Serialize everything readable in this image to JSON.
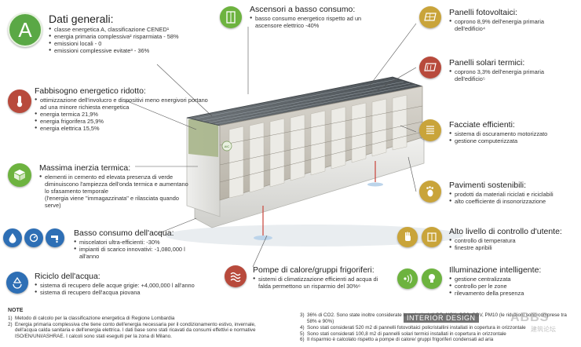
{
  "blocks": {
    "dati": {
      "badge": "A",
      "title": "Dati generali:",
      "items": [
        "classe energetica A, classificazione CENED¹",
        "energia primaria complessiva² risparmiata - 58%",
        "emissioni locali - 0",
        "emissioni complessive evitate³ - 36%"
      ]
    },
    "fabbisogno": {
      "title": "Fabbisogno energetico ridotto:",
      "items": [
        "ottimizzazione dell'involucro e dispositivi meno energivori portano ad una minore richiesta energetica",
        "energia termica 21,9%",
        "energia frigorifera 25,9%",
        "energia elettrica 15,5%"
      ]
    },
    "inerzia": {
      "title": "Massima inerzia termica:",
      "items": [
        "elementi in cemento ed elevata presenza di verde diminuiscono l'ampiezza dell'onda termica e aumentano lo sfasamento temporale"
      ],
      "extra": "(l'energia viene \"immagazzinata\" e rilasciata quando serve)"
    },
    "acqua": {
      "title": "Basso consumo dell'acqua:",
      "items": [
        "miscelatori ultra-efficienti: -30%",
        "impianti di scarico innovativi: -1,080,000 l all'anno"
      ]
    },
    "riciclo": {
      "title": "Riciclo dell'acqua:",
      "items": [
        "sistema di recupero delle acque grigie: +4,000,000 l all'anno",
        "sistema di recupero dell'acqua piovana"
      ]
    },
    "ascensori": {
      "title": "Ascensori a basso consumo:",
      "items": [
        "basso consumo energetico rispetto ad un ascensore elettrico -40%"
      ]
    },
    "fotovoltaici": {
      "title": "Panelli fotovoltaici:",
      "items": [
        "coprono 8,9% dell'energia primaria dell'edificio⁴"
      ]
    },
    "solari": {
      "title": "Panelli solari termici:",
      "items": [
        "coprono 3,3% dell'energia primaria dell'edificio⁵"
      ]
    },
    "facciate": {
      "title": "Facciate efficienti:",
      "items": [
        "sistema di oscuramento motorizzato",
        "gestione computerizzata"
      ]
    },
    "pavimenti": {
      "title": "Pavimenti sostenibili:",
      "items": [
        "prodotti da materiali riciclati e riciclabili",
        "alto coefficiente di insonorizzazione"
      ]
    },
    "controllo": {
      "title": "Alto livello di controllo d'utente:",
      "items": [
        "controllo di temperatura",
        "finestre apribili"
      ]
    },
    "illuminazione": {
      "title": "Illuminazione intelligente:",
      "items": [
        "gestione centralizzata",
        "controllo per le zone",
        "rilevamento della presenza"
      ]
    },
    "pompe": {
      "title": "Pompe di calore/gruppi frigoriferi:",
      "items": [
        "sistemi di climatizzazione efficienti ad acqua di falda permettono un risparmio del 30%⁶"
      ]
    }
  },
  "notes": {
    "title": "NOTE",
    "left": [
      {
        "num": "1)",
        "text": "Metodo di calcolo per la classificazione energetica di Regione Lombardia"
      },
      {
        "num": "2)",
        "text": "Energia primaria complessiva che tiene conto dell'energia necessaria per il condizionamento estivo, invernale, dell'acqua calda sanitaria e dell'energia elettrica. I dati base sono stati ricavati da consumi effettivi e normative ISO/EN/UNI/ASHRAE. I calcoli sono stati eseguiti per la zona di Milano."
      }
    ],
    "right": [
      {
        "num": "3)",
        "text": "36% di CO2. Sono state inoltre considerate le emissioni di CO, NOX, SO2, COV, PM10 (le riduzioni sono comprese tra 58% e 90%)"
      },
      {
        "num": "4)",
        "text": "Sono stati considerati 520 m2 di pannelli fotovoltaici policristallini installati in copertura in orizzontale"
      },
      {
        "num": "5)",
        "text": "Sono stati considerati 100,8 m2 di pannelli solari termici installati in copertura in orizzontale"
      },
      {
        "num": "6)",
        "text": "Il risparmio è calcolato rispetto a pompe di calore/ gruppi frigoriferi condensati ad aria"
      }
    ]
  },
  "building": {
    "logo": "AIC"
  },
  "watermarks": {
    "interior": "INTERIOR DESIGN",
    "bbs": "ABBS",
    "cn": "建筑论坛"
  },
  "colors": {
    "green_badge": "#5aa845",
    "red_icon": "#b84a3c",
    "green_icon": "#6db33f",
    "blue_icon": "#2e6fb5",
    "yellow_icon": "#c9a43a",
    "orange_icon": "#d98a2b"
  }
}
